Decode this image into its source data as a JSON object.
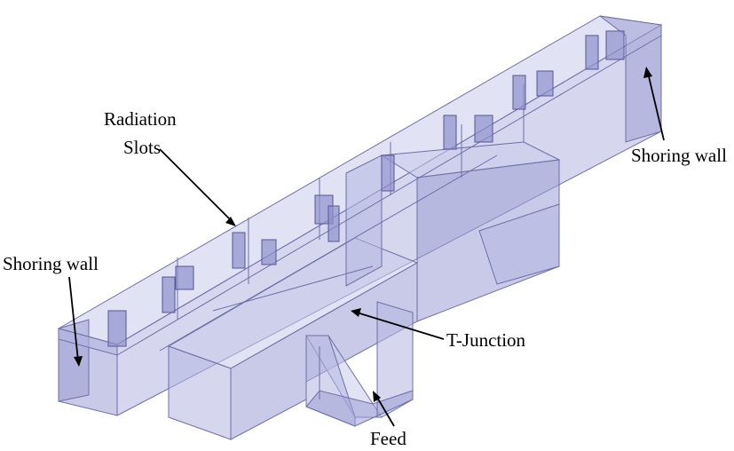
{
  "labels": {
    "radiation_slots_line1": "Radiation",
    "radiation_slots_line2": "Slots",
    "shoring_wall_right": "Shoring wall",
    "shoring_wall_left": "Shoring wall",
    "t_junction": "T-Junction",
    "feed": "Feed"
  },
  "colors": {
    "body_fill": "#b4b6e2",
    "edge_stroke": "#6d6fa8",
    "label_text": "#000000"
  }
}
